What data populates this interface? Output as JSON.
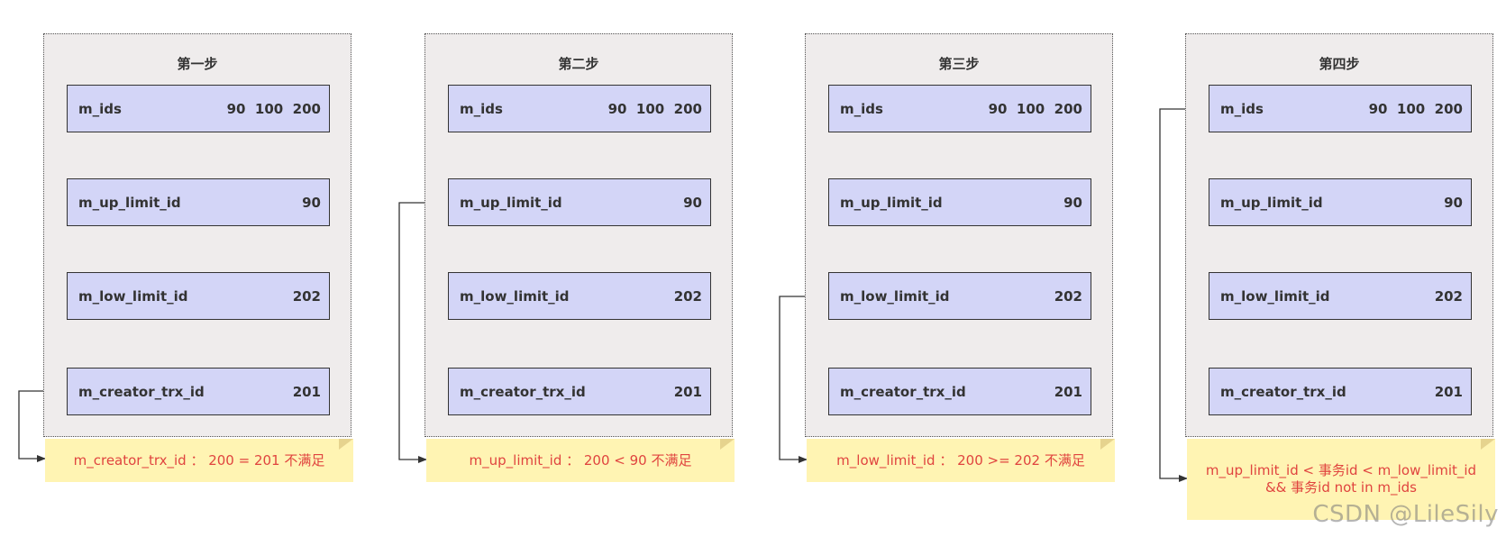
{
  "panels": [
    {
      "title": "第一步",
      "fields": [
        {
          "name": "m_ids",
          "value": "90  100  200"
        },
        {
          "name": "m_up_limit_id",
          "value": "90"
        },
        {
          "name": "m_low_limit_id",
          "value": "202"
        },
        {
          "name": "m_creator_trx_id",
          "value": "201"
        }
      ],
      "note": "m_creator_trx_id ： 200 = 201 不满足"
    },
    {
      "title": "第二步",
      "fields": [
        {
          "name": "m_ids",
          "value": "90  100  200"
        },
        {
          "name": "m_up_limit_id",
          "value": "90"
        },
        {
          "name": "m_low_limit_id",
          "value": "202"
        },
        {
          "name": "m_creator_trx_id",
          "value": "201"
        }
      ],
      "note": "m_up_limit_id ： 200 < 90 不满足"
    },
    {
      "title": "第三步",
      "fields": [
        {
          "name": "m_ids",
          "value": "90  100  200"
        },
        {
          "name": "m_up_limit_id",
          "value": "90"
        },
        {
          "name": "m_low_limit_id",
          "value": "202"
        },
        {
          "name": "m_creator_trx_id",
          "value": "201"
        }
      ],
      "note": "m_low_limit_id ： 200 >= 202 不满足"
    },
    {
      "title": "第四步",
      "fields": [
        {
          "name": "m_ids",
          "value": "90  100  200"
        },
        {
          "name": "m_up_limit_id",
          "value": "90"
        },
        {
          "name": "m_low_limit_id",
          "value": "202"
        },
        {
          "name": "m_creator_trx_id",
          "value": "201"
        }
      ],
      "note_line1": "m_up_limit_id < 事务id < m_low_limit_id",
      "note_line2": "&& 事务id not in m_ids"
    }
  ],
  "watermark": "CSDN @LileSily",
  "colors": {
    "panel_bg": "#efecec",
    "field_bg": "#d3d5f7",
    "note_bg": "#fff4b3",
    "note_text": "#e0443f"
  }
}
